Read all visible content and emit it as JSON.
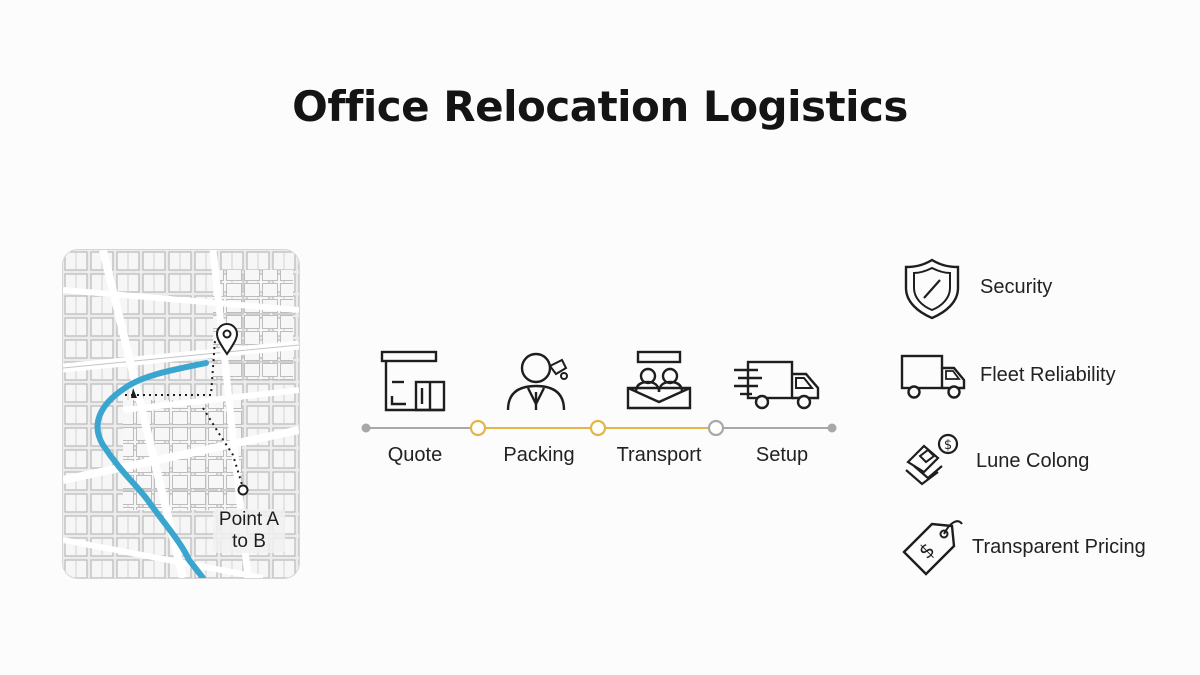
{
  "title": "Office Relocation Logistics",
  "map": {
    "label_line1": "Point A",
    "label_line2": "to B",
    "route_color": "#3aa6d0"
  },
  "process": {
    "accent_color": "#e3b54a",
    "steps": [
      {
        "label": "Quote",
        "icon": "warehouse-icon"
      },
      {
        "label": "Packing",
        "icon": "person-icon"
      },
      {
        "label": "Transport",
        "icon": "meeting-table-icon"
      },
      {
        "label": "Setup",
        "icon": "moving-truck-icon"
      }
    ]
  },
  "features": [
    {
      "label": "Security",
      "icon": "shield-icon"
    },
    {
      "label": "Fleet Reliability",
      "icon": "truck-icon"
    },
    {
      "label": "Lune Colong",
      "icon": "coin-transfer-icon"
    },
    {
      "label": "Transparent Pricing",
      "icon": "price-tag-icon"
    }
  ]
}
